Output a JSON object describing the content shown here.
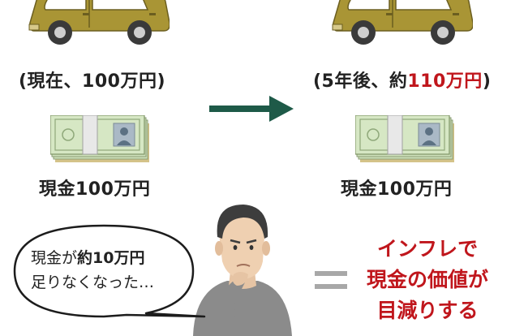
{
  "left": {
    "car_caption": "(現在、100万円)",
    "cash_caption": "現金100万円"
  },
  "right": {
    "car_caption_prefix": "(5年後、約",
    "car_caption_highlight": "110万円",
    "car_caption_suffix": ")",
    "cash_caption": "現金100万円"
  },
  "bubble": {
    "line1_a": "現金が",
    "line1_b": "約10万円",
    "line2": "足りなくなった…"
  },
  "equals": "=",
  "conclusion": {
    "line1": "インフレで",
    "line2": "現金の価値が",
    "line3": "目減りする"
  },
  "colors": {
    "car_body": "#a99535",
    "arrow": "#1e5a48",
    "highlight": "#c0161c",
    "bill_green": "#cde0ba"
  }
}
